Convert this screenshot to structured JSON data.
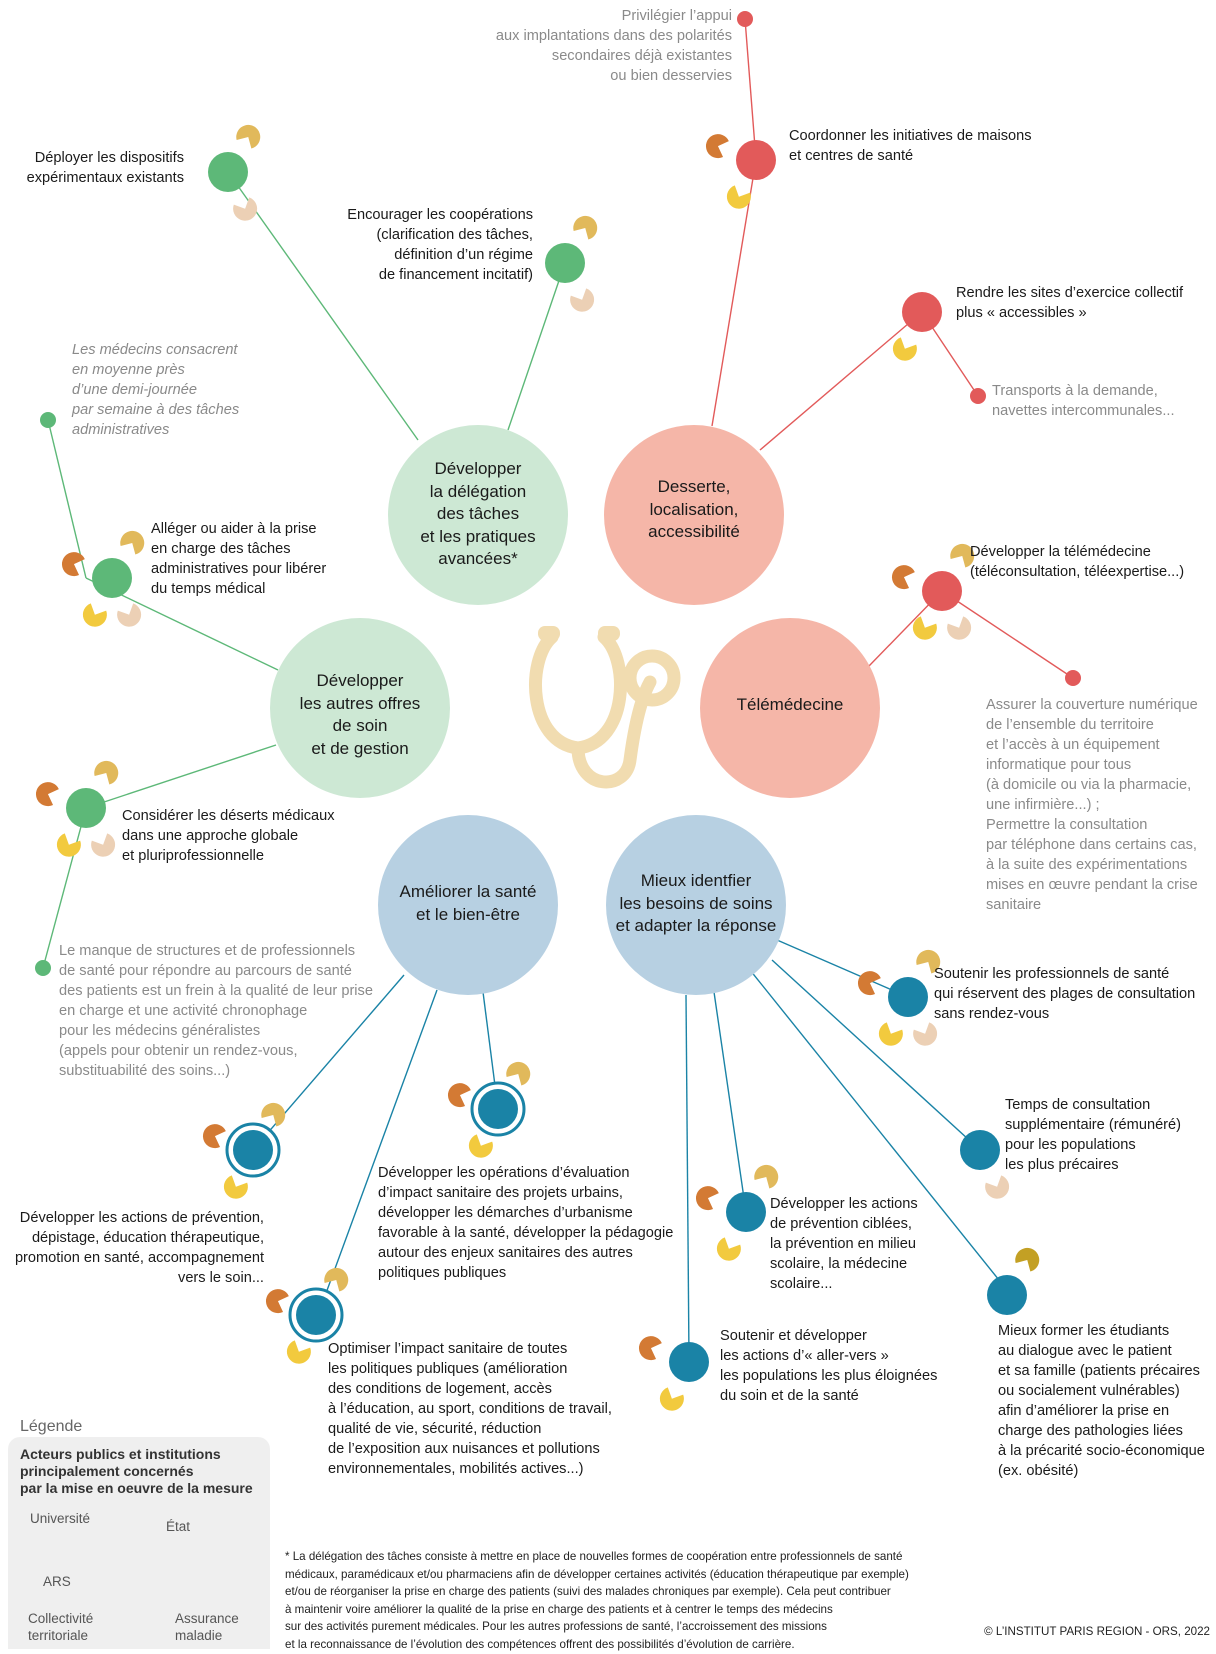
{
  "colors": {
    "green": "#5db878",
    "green_light": "#cde8d4",
    "red": "#e25a5a",
    "red_light": "#f5b6a8",
    "blue": "#1a83a6",
    "blue_light": "#b7d0e2",
    "univ": "#c3a024",
    "etat": "#e1b95b",
    "ars": "#d37a34",
    "collectivite": "#f2ca3e",
    "assurance": "#ecd0b5",
    "stethoscope": "#f1dcb0",
    "legend_center": "#c8c8c8"
  },
  "themes": {
    "delegation": "Développer\nla délégation\ndes tâches\net les pratiques\navancées*",
    "desserte": "Desserte,\nlocalisation,\naccessibilité",
    "autres_offres": "Développer\nles autres offres\nde soin\net de gestion",
    "telemedecine": "Télémédecine",
    "sante": "Améliorer la santé\net le bien-être",
    "besoins": "Mieux identfier\nles besoins de soins\net adapter la réponse"
  },
  "center_icon": "stethoscope-icon",
  "measures": {
    "dispositifs": "Déployer les dispositifs\nexpérimentaux existants",
    "cooperations": "Encourager les coopérations\n(clarification des tâches,\ndéfinition d’un régime\nde financement incitatif)",
    "polarites": "Privilégier l’appui\naux implantations dans des polarités\nsecondaires déjà existantes\nou bien desservies",
    "coordonner": "Coordonner les initiatives de maisons\net centres de santé",
    "sites": "Rendre les sites d’exercice collectif\nplus « accessibles »",
    "transports": "Transports à la demande,\nnavettes intercommunales...",
    "medecins_admin": "Les médecins consacrent\nen moyenne près\nd’une demi-journée\npar semaine à des tâches\nadministratives",
    "alleger": "Alléger ou aider à la prise\nen charge des tâches\nadministratives pour libérer\ndu temps médical",
    "deserts": "Considérer les déserts médicaux\ndans une approche globale\net pluriprofessionnelle",
    "manque": "Le manque de structures et de professionnels\nde santé pour répondre au parcours de santé\ndes patients est un frein à la qualité de leur prise\nen charge et une activité chronophage\npour les médecins généralistes\n (appels pour obtenir un rendez-vous,\nsubstituabilité des soins...)",
    "telemed": "Développer la télémédecine\n(téléconsultation, téléexpertise...)",
    "couverture": "Assurer la couverture numérique\nde l’ensemble du territoire\net l’accès à un équipement\ninformatique pour tous\n(à domicile ou via la pharmacie,\nune infirmière...) ;\nPermettre la consultation\npar téléphone dans certains cas,\nà la suite des expérimentations\nmises en œuvre pendant la crise\nsanitaire",
    "sans_rdv": "Soutenir les professionnels de santé\nqui réservent des plages de consultation\nsans rendez-vous",
    "temps_consult": "Temps de consultation\nsupplémentaire (rémunéré)\npour les populations\nles plus précaires",
    "prevention_actions": "Développer les actions de prévention,\ndépistage, éducation thérapeutique,\npromotion en santé, accompagnement\nvers le soin...",
    "evaluation": "Développer les opérations d’évaluation\nd’impact sanitaire des projets urbains,\ndévelopper les démarches d’urbanisme\nfavorable à la santé, développer la pédagogie\nautour des enjeux sanitaires des autres\npolitiques publiques",
    "prevention_ciblee": "Développer les actions\nde prévention ciblées,\nla prévention en milieu\nscolaire, la médecine\nscolaire...",
    "former": "Mieux former les étudiants\nau dialogue avec le patient\net sa famille (patients précaires\nou socialement vulnérables)\nafin d’améliorer la prise en\ncharge des pathologies liées\nà la précarité socio-économique\n(ex. obésité)",
    "optimiser": "Optimiser l’impact sanitaire de toutes\nles politiques publiques (amélioration\ndes conditions de logement, accès\nà l’éducation, au sport, conditions de travail,\nqualité de vie, sécurité, réduction\nde l’exposition aux nuisances et pollutions\nenvironnementales, mobilités actives...)",
    "aller_vers": "Soutenir et développer\nles actions d’« aller-vers »\nles populations les plus éloignées\ndu soin et de la santé"
  },
  "legend": {
    "title": "Légende",
    "subtitle": "Acteurs publics et institutions\nprincipalement concernés\npar la mise en oeuvre de la mesure",
    "universite": "Université",
    "etat": "État",
    "ars": "ARS",
    "collectivite": "Collectivité\nterritoriale",
    "assurance": "Assurance\nmaladie"
  },
  "footnote": "* La délégation des tâches consiste à mettre en place de nouvelles formes de coopération entre professionnels de santé\nmédicaux, paramédicaux et/ou pharmaciens afin de développer certaines activités (éducation thérapeutique par exemple)\net/ou de réorganiser la prise en charge des patients (suivi des malades chroniques par exemple). Cela peut contribuer\nà maintenir voire améliorer la qualité de la prise en charge des patients et à centrer le temps des médecins\nsur des activités purement médicales. Pour les autres professions de santé, l’accroissement des missions\net la reconnaissance de l’évolution des compétences offrent des possibilités d’évolution de carrière.",
  "credit": "© L’INSTITUT PARIS REGION - ORS, 2022"
}
